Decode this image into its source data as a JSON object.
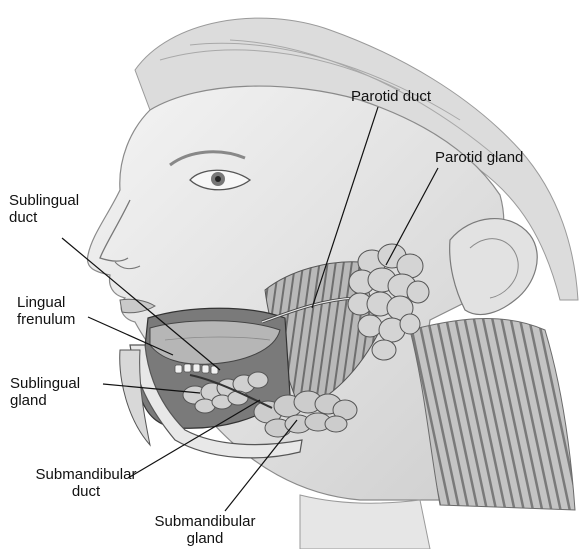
{
  "labels": {
    "parotid_duct": "Parotid duct",
    "parotid_gland": "Parotid gland",
    "sublingual_duct": "Sublingual\nduct",
    "lingual_frenulum": "Lingual\nfrenulum",
    "sublingual_gland": "Sublingual\ngland",
    "submandibular_duct": "Submandibular\nduct",
    "submandibular_gland": "Submandibular\ngland"
  }
}
